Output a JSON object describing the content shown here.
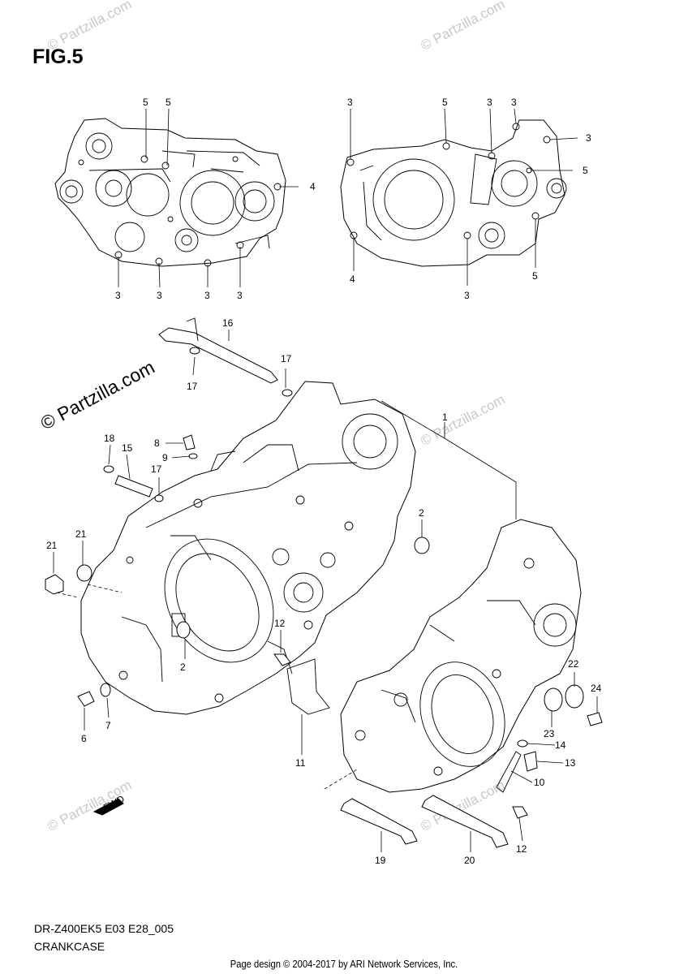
{
  "figure_title": "FIG.5",
  "model_code": "DR-Z400EK5 E03 E28_005",
  "section_name": "CRANKCASE",
  "footer": "Page design © 2004-2017 by ARI Network Services, Inc.",
  "watermark": {
    "main": "© Partzilla.com",
    "faint": "© Partzilla.com"
  },
  "fwd_label": "FWD",
  "callouts": {
    "c1": "1",
    "c2a": "2",
    "c2b": "2",
    "t3a": "3",
    "t3b": "3",
    "t3c": "3",
    "t3d": "3",
    "t3e": "3",
    "t3f": "3",
    "t3g": "3",
    "t3h": "3",
    "t3i": "3",
    "t4a": "4",
    "t4b": "4",
    "t5a": "5",
    "t5b": "5",
    "t5c": "5",
    "t5d": "5",
    "t5e": "5",
    "c6": "6",
    "c7": "7",
    "c8": "8",
    "c9": "9",
    "c10": "10",
    "c11": "11",
    "c12a": "12",
    "c12b": "12",
    "c13": "13",
    "c14": "14",
    "c15": "15",
    "c16": "16",
    "c17a": "17",
    "c17b": "17",
    "c17c": "17",
    "c18": "18",
    "c19": "19",
    "c20": "20",
    "c21a": "21",
    "c21b": "21",
    "c22": "22",
    "c23": "23",
    "c24": "24"
  }
}
